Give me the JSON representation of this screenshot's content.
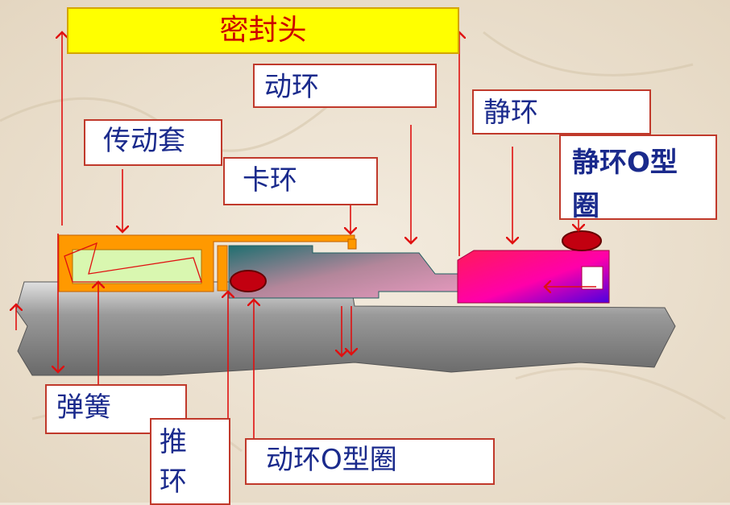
{
  "title": "密封头",
  "labels": {
    "moving_ring": "动环",
    "static_ring": "静环",
    "drive_sleeve": "传动套",
    "snap_ring": "卡环",
    "static_ring_oring": "静环O型圈",
    "spring": "弹簧",
    "push_ring": "推环",
    "moving_ring_oring": "动环O型圈"
  },
  "colors": {
    "title_bg": "#ffff00",
    "title_text": "#cc0000",
    "label_text": "#1a2a8c",
    "arrow": "#e01010",
    "shaft": "#8c8c8c",
    "sleeve": "#ff9900",
    "moving_ring": "#2b7b78",
    "static_ring": "#ff0080"
  }
}
